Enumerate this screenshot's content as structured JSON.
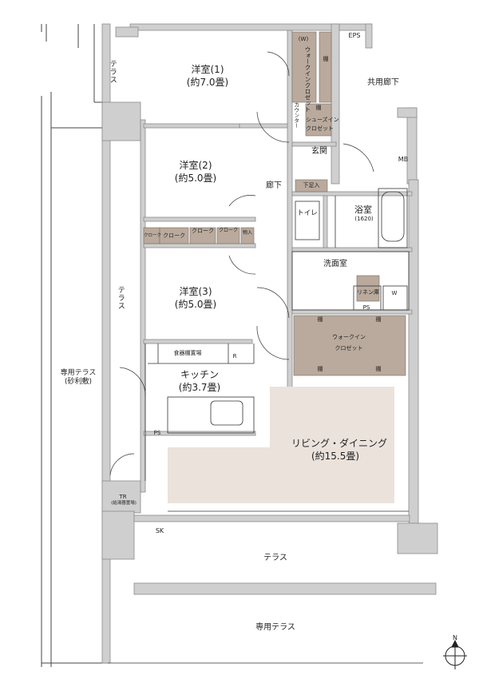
{
  "colors": {
    "wall": "#cfcfcf",
    "wall_edge": "#8a8a8a",
    "ink": "#222222",
    "storage": "#b9aa9d",
    "ldk_fill": "#ebe2dc",
    "bath": "#e9e9e9"
  },
  "rooms": {
    "western1": {
      "name": "洋室(1)",
      "size": "(約7.0畳)"
    },
    "western2": {
      "name": "洋室(2)",
      "size": "(約5.0畳)"
    },
    "western3": {
      "name": "洋室(3)",
      "size": "(約5.0畳)"
    },
    "kitchen": {
      "name": "キッチン",
      "size": "(約3.7畳)"
    },
    "living": {
      "name": "リビング・ダイニング",
      "size": "(約15.5畳)"
    },
    "bath": {
      "name": "浴室",
      "size": "(1620)"
    },
    "toilet": {
      "name": "トイレ"
    },
    "washroom": {
      "name": "洗面室"
    },
    "entrance": {
      "name": "玄関"
    },
    "hallway": {
      "name": "廊下"
    }
  },
  "closets": {
    "wic1_w": "(W)",
    "wic1": "ウォークインクロゼット",
    "shelf": "棚",
    "shoes": "シューズイン",
    "shoes_closet": "クロゼット",
    "counter": "カウンター",
    "getabako": "下足入",
    "cloak": "クローク",
    "storage": "物入",
    "linen": "リネン庫",
    "wic2": "ウォークイン",
    "wic2_closet": "クロゼット",
    "kitchen_storage": "食器棚置場",
    "fridge": "R"
  },
  "exterior": {
    "terrace": "テラス",
    "common_corridor": "共用廊下",
    "private_terrace": "専用テラス",
    "private_terrace_note": "専用テラス\n(砂利敷)",
    "tr": "TR",
    "tr_note": "(給湯器置場)",
    "eps": "EPS",
    "mb": "MB",
    "ps": "PS",
    "sk": "SK",
    "w": "W",
    "north": "N"
  }
}
